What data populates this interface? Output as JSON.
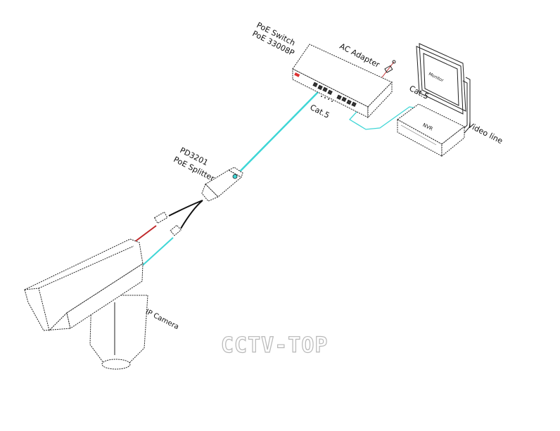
{
  "labels": {
    "switch_name": "PoE  Switch",
    "switch_model": "PoE 33008P",
    "ac_adapter": "AC Adapter",
    "cat5_switch": "Cat.5",
    "cat5_nvr": "Cat.5",
    "monitor": "Monitor",
    "nvr": "NVR",
    "video_line": "Video line",
    "splitter_model": "PD3201",
    "splitter_name": "PoE Splitter",
    "camera": "IP Camera"
  },
  "watermark": "CCTV-TOP",
  "colors": {
    "cat5_cable": "#3fd6d6",
    "power_cable": "#c0282a",
    "splitter_cable": "#111111"
  }
}
